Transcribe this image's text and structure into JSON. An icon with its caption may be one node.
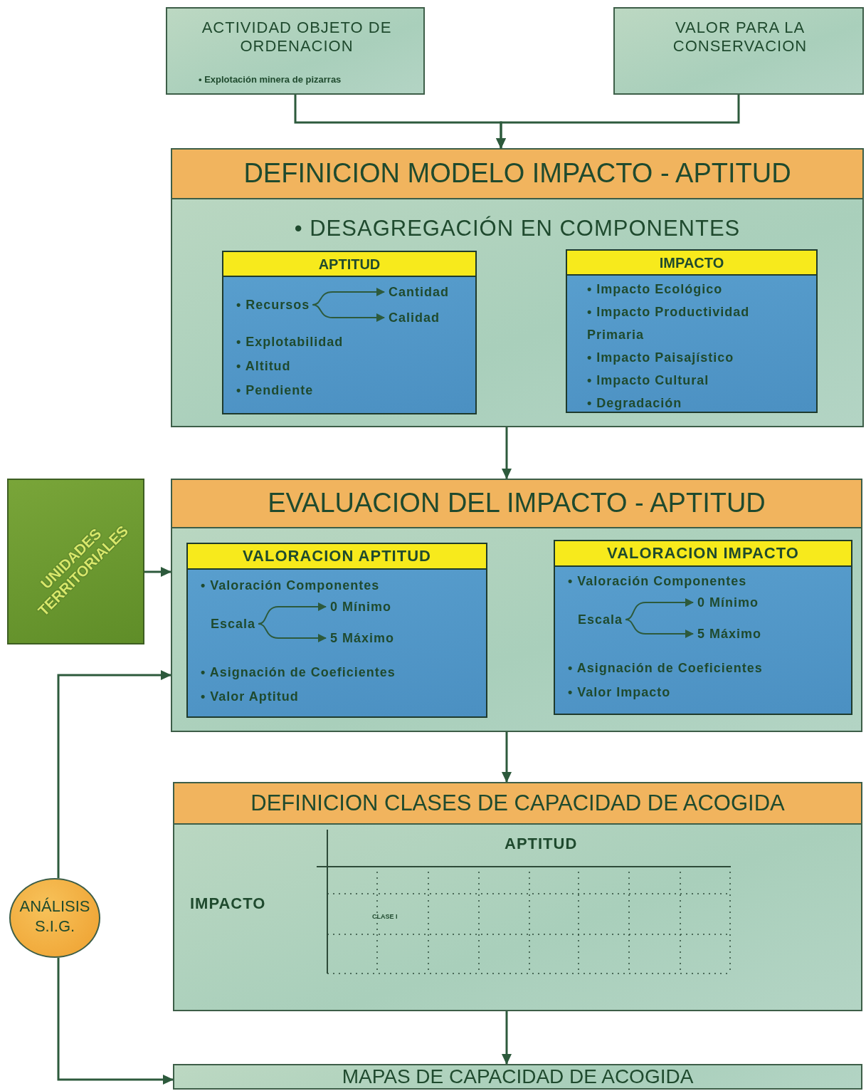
{
  "diagram": {
    "nodes": [
      {
        "text": [
          "ACTIVIDAD OBJETO DE ORDENACION",
          "• Explotación minera de pizarras"
        ]
      },
      {
        "text": [
          "VALOR PARA LA CONSERVACION"
        ]
      },
      {
        "text": [
          "DEFINICION MODELO IMPACTO - APTITUD",
          "• DESAGREGACIÓN EN COMPONENTES"
        ]
      },
      {
        "text": [
          "APTITUD",
          "• Explotabilidad",
          "• Altitud",
          "• Pendiente"
        ],
        "in": 2
      },
      {
        "text": [
          "• Recursos"
        ],
        "in": 3
      },
      {
        "text": [
          "Cantidad"
        ],
        "in": 3
      },
      {
        "text": [
          "Calidad"
        ],
        "in": 3
      },
      {
        "text": [
          "IMPACTO",
          "• Impacto Ecológico",
          "• Impacto Productividad Primaria",
          "• Impacto Paisajístico",
          "• Impacto Cultural",
          "• Degradación"
        ],
        "in": 2
      },
      {
        "text": [
          "EVALUACION DEL IMPACTO - APTITUD"
        ]
      },
      {
        "text": [
          "VALORACION APTITUD",
          "• Valoración Componentes",
          "• Asignación de Coeficientes",
          "• Valor Aptitud"
        ],
        "in": 8
      },
      {
        "text": [
          "Escala"
        ],
        "in": 9
      },
      {
        "text": [
          "0 Mínimo"
        ],
        "in": 9
      },
      {
        "text": [
          "5 Máximo"
        ],
        "in": 9
      },
      {
        "text": [
          "VALORACION IMPACTO",
          "• Valoración Componentes",
          "• Asignación de Coeficientes",
          "• Valor Impacto"
        ],
        "in": 8
      },
      {
        "text": [
          "Escala"
        ],
        "in": 13
      },
      {
        "text": [
          "0 Mínimo"
        ],
        "in": 13
      },
      {
        "text": [
          "5 Máximo"
        ],
        "in": 13
      },
      {
        "text": [
          "UNIDADES TERRITORIALES"
        ]
      },
      {
        "text": [
          "DEFINICION CLASES DE CAPACIDAD DE ACOGIDA",
          "APTITUD",
          "IMPACTO",
          "CLASE I"
        ]
      },
      {
        "text": [
          "MAPAS DE CAPACIDAD DE ACOGIDA"
        ]
      },
      {
        "text": [
          "ANÁLISIS S.I.G."
        ]
      }
    ],
    "edges": [
      {
        "from": 0,
        "to": 2,
        "arrow": "to"
      },
      {
        "from": 1,
        "to": 2,
        "arrow": "to"
      },
      {
        "from": 2,
        "to": 8,
        "arrow": "to"
      },
      {
        "from": 8,
        "to": 18,
        "arrow": "to"
      },
      {
        "from": 18,
        "to": 19,
        "arrow": "to"
      },
      {
        "from": 17,
        "to": 8,
        "arrow": "to"
      },
      {
        "from": 20,
        "to": 8,
        "arrow": "to"
      },
      {
        "from": 20,
        "to": 19,
        "arrow": "to"
      },
      {
        "from": 4,
        "to": 5,
        "arrow": "to"
      },
      {
        "from": 4,
        "to": 6,
        "arrow": "to"
      },
      {
        "from": 10,
        "to": 11,
        "arrow": "to"
      },
      {
        "from": 10,
        "to": 12,
        "arrow": "to"
      },
      {
        "from": 14,
        "to": 15,
        "arrow": "to"
      },
      {
        "from": 14,
        "to": 16,
        "arrow": "to"
      }
    ]
  }
}
